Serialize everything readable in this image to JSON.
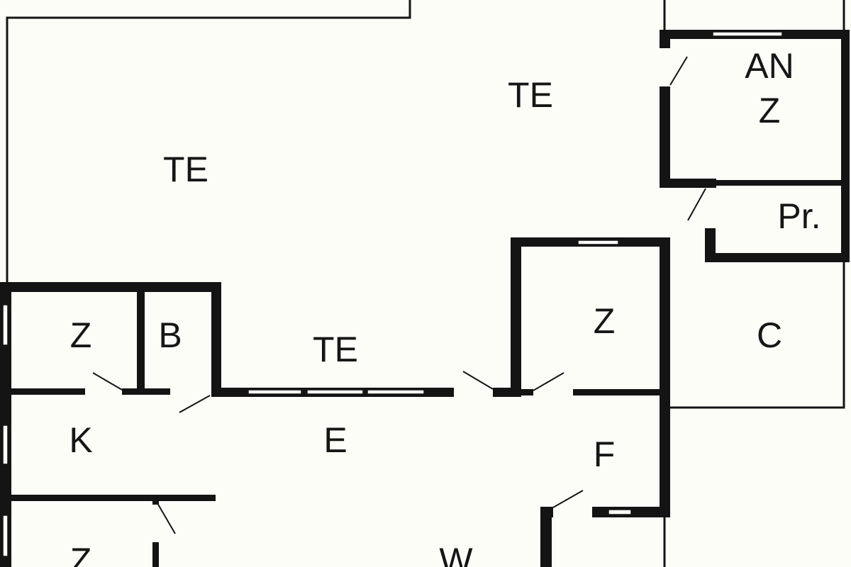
{
  "rooms": [
    {
      "id": "te_left",
      "label": "TE"
    },
    {
      "id": "te_top",
      "label": "TE"
    },
    {
      "id": "te_mid",
      "label": "TE"
    },
    {
      "id": "anz",
      "label": "AN",
      "label2": "Z"
    },
    {
      "id": "pr",
      "label": "Pr."
    },
    {
      "id": "z_left",
      "label": "Z"
    },
    {
      "id": "b",
      "label": "B"
    },
    {
      "id": "k",
      "label": "K"
    },
    {
      "id": "e",
      "label": "E"
    },
    {
      "id": "z_right",
      "label": "Z"
    },
    {
      "id": "c",
      "label": "C"
    },
    {
      "id": "f",
      "label": "F"
    },
    {
      "id": "z_bottom",
      "label": "Z"
    },
    {
      "id": "w",
      "label": "W"
    }
  ],
  "colors": {
    "wall": "#141414",
    "background": "#fdfdf8"
  }
}
